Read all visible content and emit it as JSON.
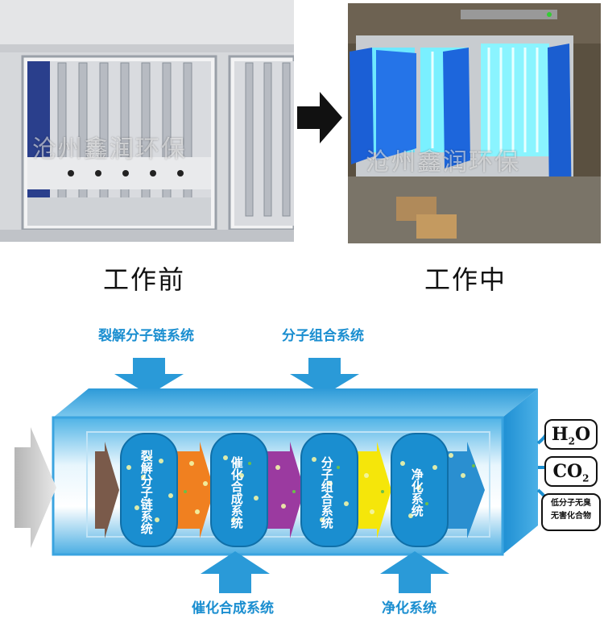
{
  "photos": {
    "left": {
      "watermark": "沧州鑫润环保",
      "caption": "工作前"
    },
    "right": {
      "watermark": "沧州鑫润环保",
      "caption": "工作中"
    }
  },
  "diagram": {
    "top_labels": [
      "裂解分子链系统",
      "分子组合系统"
    ],
    "bottom_labels": [
      "催化合成系统",
      "净化系统"
    ],
    "stages": [
      "裂解分子链系统",
      "催化合成系统",
      "分子组合系统",
      "净化系统"
    ],
    "outputs": {
      "h2o_main": "H",
      "h2o_sub": "2",
      "h2o_end": "O",
      "co2_main": "CO",
      "co2_sub": "2",
      "note_line1": "低分子无臭",
      "note_line2": "无害化合物"
    }
  },
  "colors": {
    "accent": "#1a8ed0",
    "tube": "#8fd0f0",
    "orange": "#f08020",
    "purple": "#9b3aa0",
    "yellow": "#f5e60a"
  }
}
